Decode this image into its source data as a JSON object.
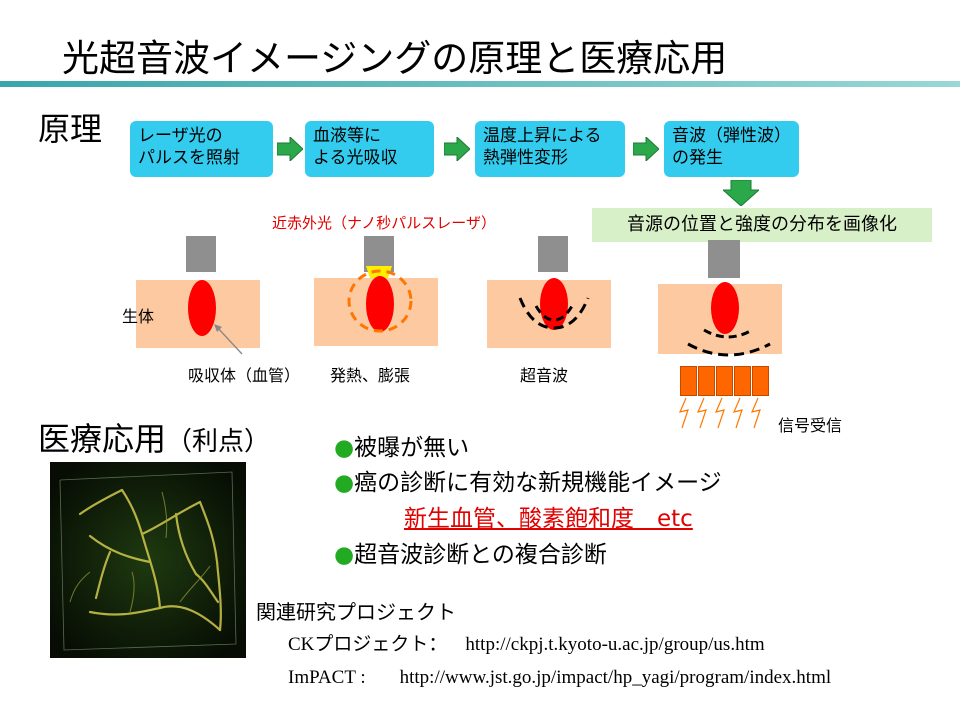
{
  "title": "光超音波イメージングの原理と医療応用",
  "principle": {
    "heading": "原理",
    "steps": [
      {
        "line1": "レーザ光の",
        "line2": "パルスを照射"
      },
      {
        "line1": "血液等に",
        "line2": "よる光吸収"
      },
      {
        "line1": "温度上昇による",
        "line2": "熱弾性変形"
      },
      {
        "line1": "音波（弾性波）",
        "line2": "の発生"
      }
    ],
    "imaging_box": "音源の位置と強度の分布を画像化",
    "laser_label": "近赤外光（ナノ秒パルスレーザ）",
    "body_label": "生体",
    "absorber_label": "吸収体（血管）",
    "heat_label": "発熱、膨張",
    "ultrasound_label": "超音波",
    "receive_label": "信号受信"
  },
  "medical": {
    "heading": "医療応用",
    "heading_sub": "（利点）",
    "bullets": [
      "被曝が無い",
      "癌の診断に有効な新規機能イメージ",
      "超音波診断との複合診断"
    ],
    "highlight": "新生血管、酸素飽和度　etc",
    "bullet_mark": "●"
  },
  "references": {
    "heading": "関連研究プロジェクト",
    "items": [
      {
        "name": "CKプロジェクト：",
        "url": "http://ckpj.t.kyoto-u.ac.jp/group/us.htm"
      },
      {
        "name": "ImPACT :",
        "url": "http://www.jst.go.jp/impact/hp_yagi/program/index.html"
      }
    ]
  },
  "colors": {
    "step_fill": "#33ccee",
    "arrow_fill": "#2aa84a",
    "body_fill": "#fcc9a0",
    "absorber_fill": "#ff0000",
    "highlight_text": "#e00000",
    "bullet_dot": "#22aa22"
  }
}
